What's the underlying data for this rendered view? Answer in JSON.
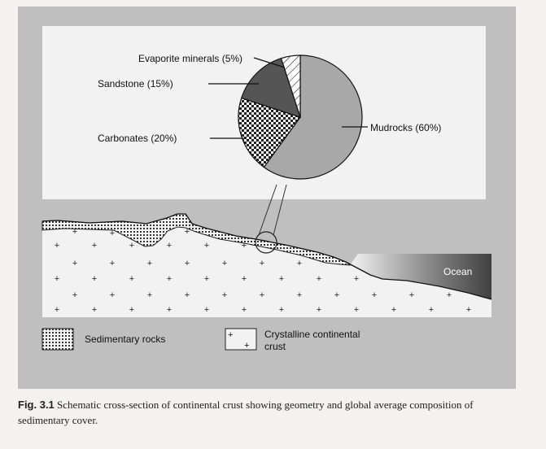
{
  "pie_labels": {
    "evaporite": "Evaporite minerals (5%)",
    "sandstone": "Sandstone (15%)",
    "carbonates": "Carbonates (20%)",
    "mudrocks": "Mudrocks (60%)"
  },
  "chart_data": {
    "type": "pie",
    "slices": [
      {
        "label": "Mudrocks",
        "value": 60
      },
      {
        "label": "Carbonates",
        "value": 20
      },
      {
        "label": "Sandstone",
        "value": 15
      },
      {
        "label": "Evaporite minerals",
        "value": 5
      }
    ]
  },
  "section": {
    "ocean_label": "Ocean"
  },
  "legend": {
    "sedimentary": "Sedimentary rocks",
    "crystalline_line1": "Crystalline continental",
    "crystalline_line2": "crust"
  },
  "caption": {
    "fig_number": "Fig. 3.1",
    "text": "Schematic cross-section of continental crust showing geometry and global average composition of sedimentary cover."
  },
  "colors": {
    "panel": "#bfbfbf",
    "inset_bg": "#f2f2f2",
    "mudrocks": "#a8a8a8",
    "sandstone": "#555555",
    "ocean_dark": "#505050"
  }
}
